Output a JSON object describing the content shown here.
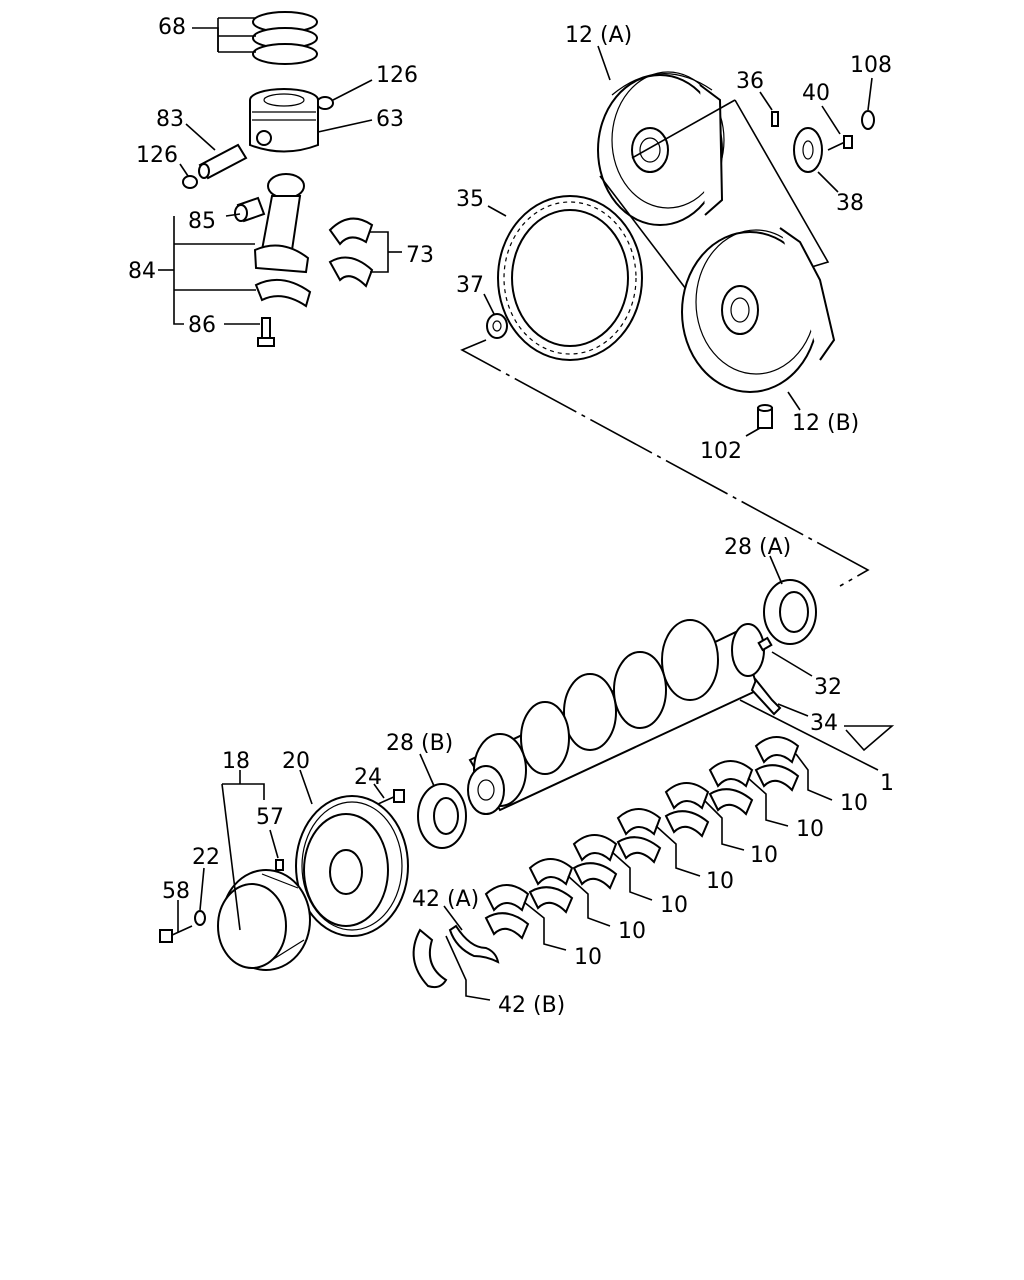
{
  "callouts": {
    "c68": "68",
    "c126a": "126",
    "c63": "63",
    "c83": "83",
    "c126b": "126",
    "c85": "85",
    "c84": "84",
    "c73": "73",
    "c86": "86",
    "c12a": "12 (A)",
    "c36": "36",
    "c40": "40",
    "c108": "108",
    "c38": "38",
    "c35": "35",
    "c37": "37",
    "c12b": "12 (B)",
    "c102": "102",
    "c28a": "28 (A)",
    "c32": "32",
    "c34": "34",
    "c1": "1",
    "c28b": "28 (B)",
    "c18": "18",
    "c20": "20",
    "c24": "24",
    "c57": "57",
    "c22": "22",
    "c58": "58",
    "c42a": "42 (A)",
    "c42b": "42 (B)",
    "c10a": "10",
    "c10b": "10",
    "c10c": "10",
    "c10d": "10",
    "c10e": "10",
    "c10f": "10",
    "c10g": "10"
  },
  "colors": {
    "ink": "#000000",
    "paper": "#ffffff"
  }
}
